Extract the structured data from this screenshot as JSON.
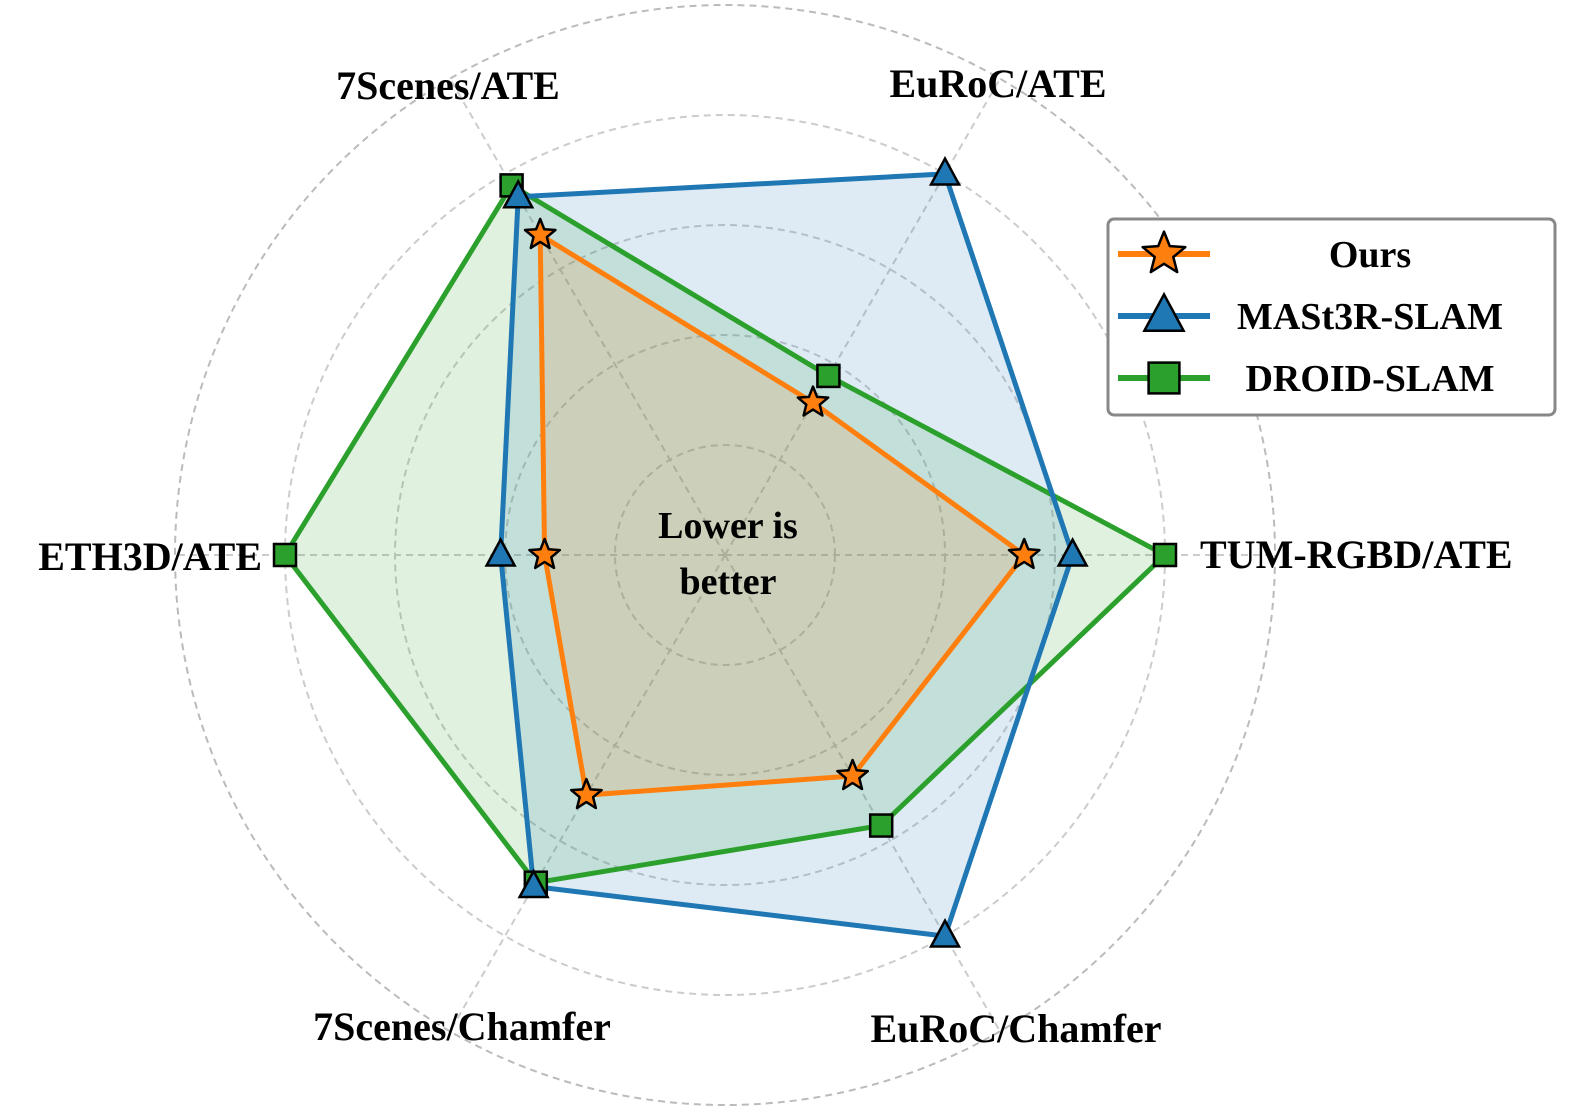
{
  "chart_data": {
    "type": "radar",
    "axes": [
      "TUM-RGBD/ATE",
      "EuRoC/ATE",
      "7Scenes/ATE",
      "ETH3D/ATE",
      "7Scenes/Chamfer",
      "EuRoC/Chamfer"
    ],
    "center_text": [
      "Lower is",
      "better"
    ],
    "rlim": [
      0,
      1.0
    ],
    "rings": [
      0.25,
      0.5,
      0.75,
      1.0,
      1.25
    ],
    "grid": true,
    "legend_position": "top-right",
    "series": [
      {
        "name": "DROID-SLAM",
        "color": "#2ca02c",
        "marker": "square",
        "values": [
          1.0,
          0.47,
          0.97,
          1.0,
          0.86,
          0.71
        ]
      },
      {
        "name": "MASt3R-SLAM",
        "color": "#1f77b4",
        "marker": "triangle",
        "values": [
          0.79,
          1.0,
          0.94,
          0.51,
          0.87,
          1.0
        ]
      },
      {
        "name": "Ours",
        "color": "#ff7f0e",
        "marker": "star",
        "values": [
          0.68,
          0.4,
          0.84,
          0.41,
          0.63,
          0.58
        ]
      }
    ],
    "legend_order": [
      "Ours",
      "MASt3R-SLAM",
      "DROID-SLAM"
    ]
  }
}
